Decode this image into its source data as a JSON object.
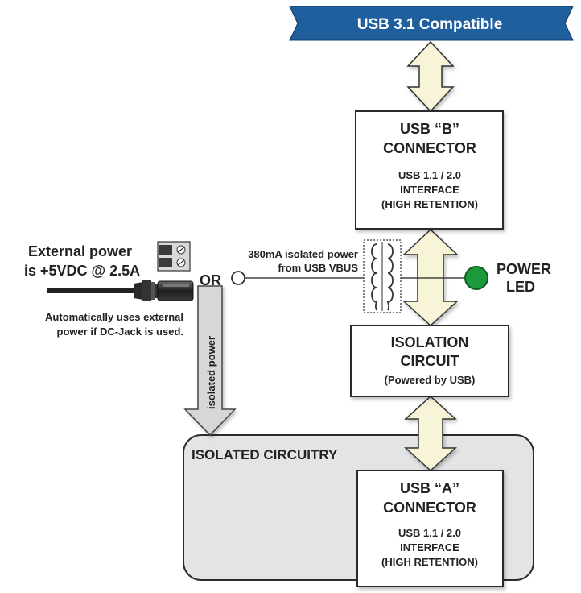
{
  "banner": {
    "label": "USB 3.1 Compatible",
    "color": "#1f5f9e"
  },
  "usb_b": {
    "title_line1": "USB “B”",
    "title_line2": "CONNECTOR",
    "sub_line1": "USB 1.1 / 2.0",
    "sub_line2": "INTERFACE",
    "sub_line3": "(HIGH RETENTION)"
  },
  "isolation": {
    "title_line1": "ISOLATION",
    "title_line2": "CIRCUIT",
    "sub_line1": "(Powered by USB)"
  },
  "usb_a": {
    "title_line1": "USB “A”",
    "title_line2": "CONNECTOR",
    "sub_line1": "USB 1.1 / 2.0",
    "sub_line2": "INTERFACE",
    "sub_line3": "(HIGH RETENTION)"
  },
  "isolated_region": {
    "label": "ISOLATED CIRCUITRY",
    "fill": "#e3e4e6"
  },
  "external_power": {
    "line1": "External power",
    "line2": "is +5VDC @ 2.5A",
    "note_line1": "Automatically uses external",
    "note_line2": "power if DC-Jack is used."
  },
  "or_label": "OR",
  "usb_power": {
    "line1": "380mA isolated power",
    "line2": "from USB VBUS"
  },
  "isolated_power_label": "isolated power",
  "power_led": {
    "line1": "POWER",
    "line2": "LED",
    "color": "#1a9a3a"
  },
  "arrow_fill": "#f8f4d8"
}
